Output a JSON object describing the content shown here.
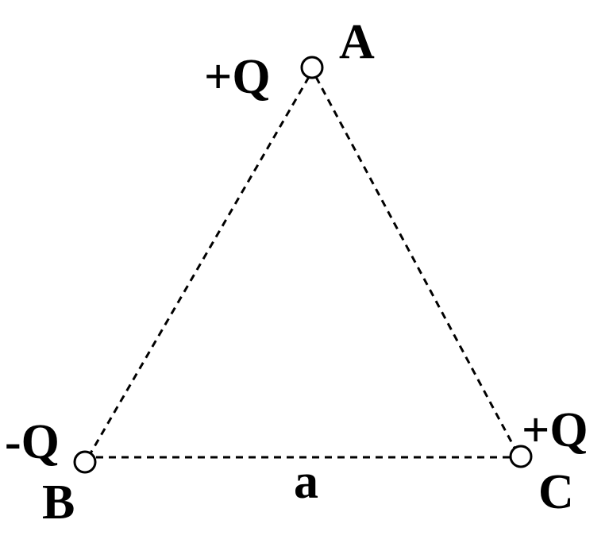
{
  "diagram": {
    "charges": {
      "A": {
        "label": "A",
        "charge": "+Q"
      },
      "B": {
        "label": "B",
        "charge": "-Q"
      },
      "C": {
        "label": "C",
        "charge": "+Q"
      }
    },
    "side_label": "a",
    "line_color": "#000000"
  }
}
